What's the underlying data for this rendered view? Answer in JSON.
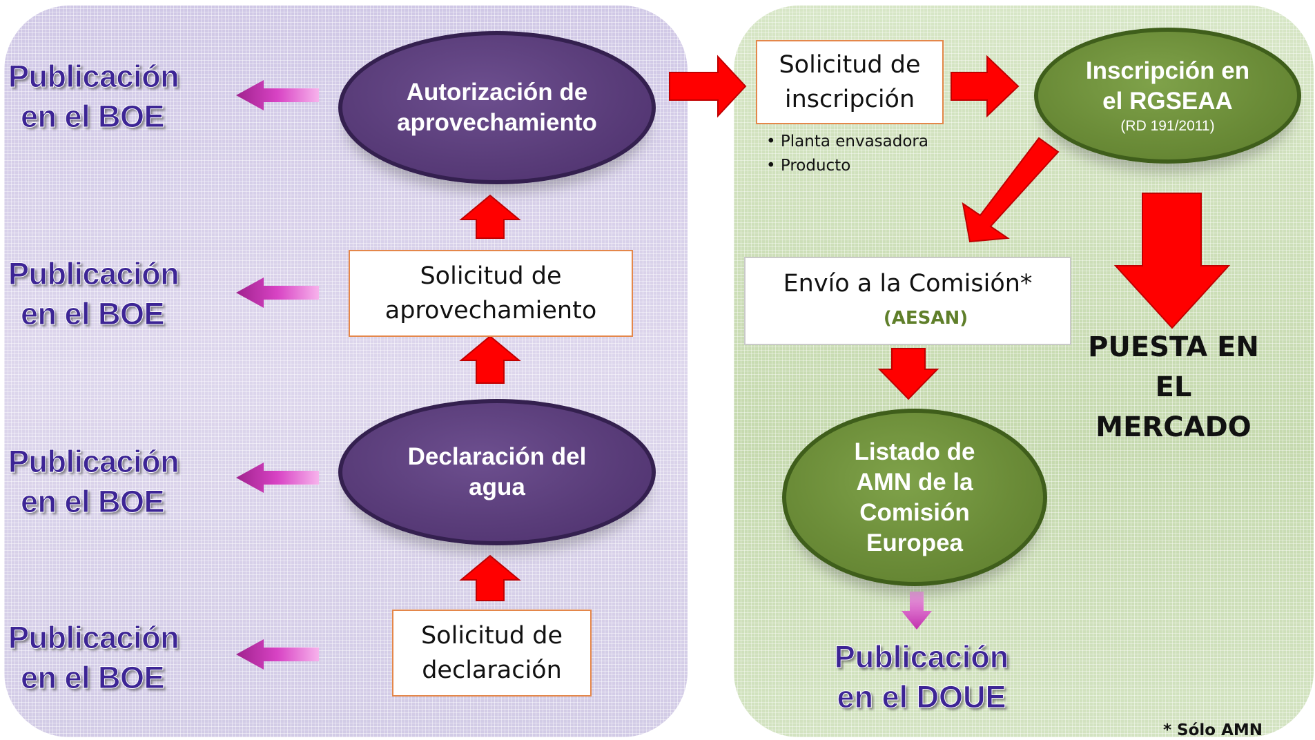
{
  "left_publications": [
    {
      "line1": "Publicación",
      "line2": "en el BOE"
    },
    {
      "line1": "Publicación",
      "line2": "en el BOE"
    },
    {
      "line1": "Publicación",
      "line2": "en el BOE"
    },
    {
      "line1": "Publicación",
      "line2": "en el BOE"
    }
  ],
  "steps": {
    "autorizacion": {
      "line1": "Autorización de",
      "line2": "aprovechamiento"
    },
    "solicitud_aprovechamiento": {
      "line1": "Solicitud de",
      "line2": "aprovechamiento"
    },
    "declaracion": {
      "line1": "Declaración del",
      "line2": "agua"
    },
    "solicitud_declaracion": {
      "line1": "Solicitud de",
      "line2": "declaración"
    },
    "solicitud_inscripcion": {
      "line1": "Solicitud de",
      "line2": "inscripción"
    },
    "inscripcion": {
      "line1": "Inscripción en",
      "line2": "el RGSEAA",
      "note": "(RD 191/2011)"
    },
    "envio": {
      "line1": "Envío a la Comisión*",
      "agency": "(AESAN)"
    },
    "listado": {
      "line1": "Listado de",
      "line2": "AMN de la",
      "line3": "Comisión",
      "line4": "Europea"
    }
  },
  "inscripcion_bullets": [
    "Planta envasadora",
    "Producto"
  ],
  "market": {
    "line1": "PUESTA EN",
    "line2": "EL MERCADO"
  },
  "doue": {
    "line1": "Publicación",
    "line2": "en el DOUE"
  },
  "footnote": "* Sólo AMN",
  "colors": {
    "purple_step": "#5a3d7a",
    "green_step": "#6b8c38",
    "red_arrow": "#ff0000",
    "pink_arrow": "#e040c8",
    "publication_text": "#3d2595"
  }
}
